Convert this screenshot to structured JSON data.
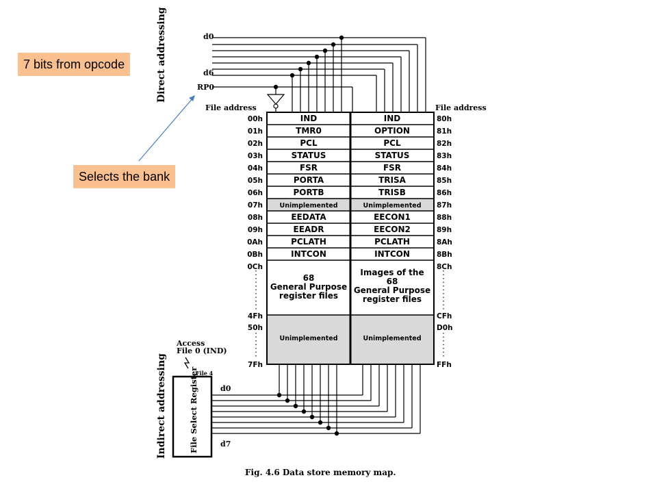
{
  "callouts": {
    "opcode": "7 bits from opcode",
    "bank": "Selects the bank"
  },
  "labels": {
    "direct_addressing": "Direct addressing",
    "indirect_addressing": "Indirect addressing",
    "d0_top": "d0",
    "d6": "d6",
    "rp0": "RP0",
    "file_address_left": "File address",
    "file_address_right": "File address",
    "access": "Access",
    "file0": "File 0 (IND)",
    "file4": "File 4",
    "fsr": "File Select Register",
    "d0_bottom": "d0",
    "d7": "d7",
    "caption": "Fig. 4.6 Data store memory map."
  },
  "bank0": {
    "rows": [
      "IND",
      "TMR0",
      "PCL",
      "STATUS",
      "FSR",
      "PORTA",
      "PORTB",
      "Unimplemented",
      "EEDATA",
      "EEADR",
      "PCLATH",
      "INTCON"
    ],
    "gpr": [
      "68",
      "General Purpose",
      "register files"
    ],
    "unimpl": "Unimplemented"
  },
  "bank1": {
    "rows": [
      "IND",
      "OPTION",
      "PCL",
      "STATUS",
      "FSR",
      "TRISA",
      "TRISB",
      "Unimplemented",
      "EECON1",
      "EECON2",
      "PCLATH",
      "INTCON"
    ],
    "gpr": [
      "Images of the",
      "68",
      "General Purpose",
      "register files"
    ],
    "unimpl": "Unimplemented"
  },
  "addr_left": [
    "00h",
    "01h",
    "02h",
    "03h",
    "04h",
    "05h",
    "06h",
    "07h",
    "08h",
    "09h",
    "0Ah",
    "0Bh",
    "0Ch",
    "4Fh",
    "50h",
    "7Fh"
  ],
  "addr_right": [
    "80h",
    "81h",
    "82h",
    "83h",
    "84h",
    "85h",
    "86h",
    "87h",
    "88h",
    "89h",
    "8Ah",
    "8Bh",
    "8Ch",
    "CFh",
    "D0h",
    "FFh"
  ]
}
